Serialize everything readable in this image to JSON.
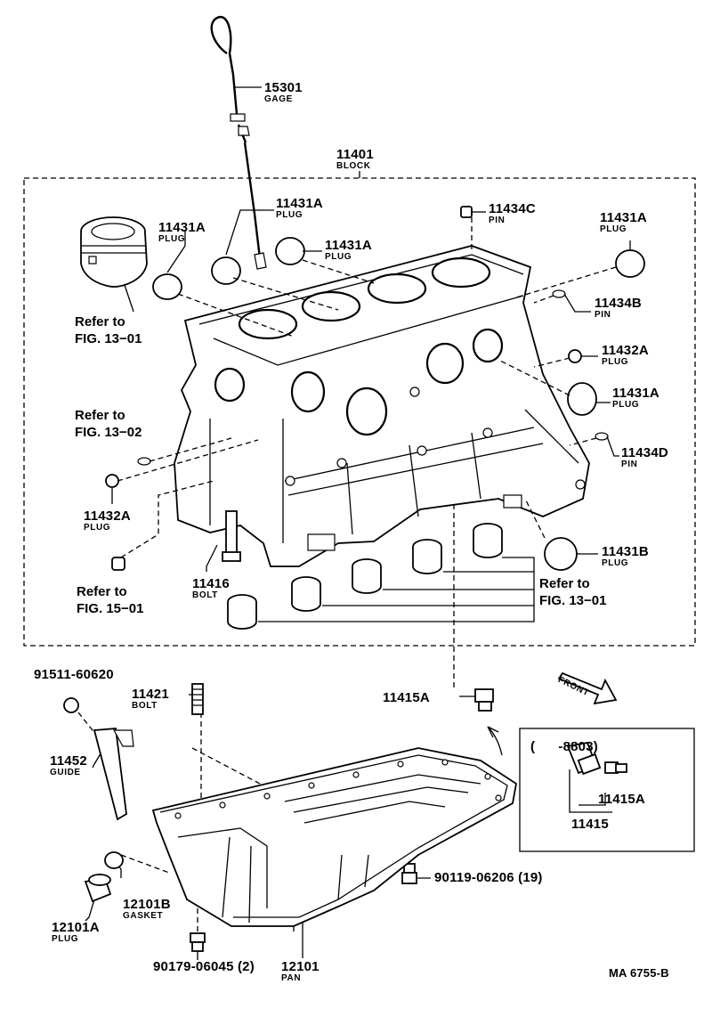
{
  "labels": {
    "gage": {
      "num": "15301",
      "name": "GAGE"
    },
    "block": {
      "num": "11401",
      "name": "BLOCK"
    },
    "plug_left": {
      "num": "11431A",
      "name": "PLUG"
    },
    "plug_top_center": {
      "num": "11431A",
      "name": "PLUG"
    },
    "plug_center": {
      "num": "11431A",
      "name": "PLUG"
    },
    "pin_top": {
      "num": "11434C",
      "name": "PIN"
    },
    "plug_top_right": {
      "num": "11431A",
      "name": "PLUG"
    },
    "pin_right": {
      "num": "11434B",
      "name": "PIN"
    },
    "plug_small_right": {
      "num": "11432A",
      "name": "PLUG"
    },
    "plug_right_mid": {
      "num": "11431A",
      "name": "PLUG"
    },
    "pin_right_low": {
      "num": "11434D",
      "name": "PIN"
    },
    "plug_small_left": {
      "num": "11432A",
      "name": "PLUG"
    },
    "bolt_block": {
      "num": "11416",
      "name": "BOLT"
    },
    "plug_right_low": {
      "num": "11431B",
      "name": "PLUG"
    },
    "part_91511": {
      "num": "91511-60620"
    },
    "bolt_pan": {
      "num": "11421",
      "name": "BOLT"
    },
    "part_11415a_main": {
      "num": "11415A"
    },
    "range_note": {
      "num": "(      -8803)"
    },
    "guide": {
      "num": "11452",
      "name": "GUIDE"
    },
    "part_11415a_inset": {
      "num": "11415A"
    },
    "part_11415_inset": {
      "num": "11415"
    },
    "part_90119": {
      "num": "90119-06206 (19)"
    },
    "gasket": {
      "num": "12101B",
      "name": "GASKET"
    },
    "drain_plug": {
      "num": "12101A",
      "name": "PLUG"
    },
    "part_90179": {
      "num": "90179-06045 (2)"
    },
    "pan": {
      "num": "12101",
      "name": "PAN"
    },
    "front": {
      "text": "FRONT"
    },
    "ref_13_01_piston": {
      "line1": "Refer to",
      "line2": "FIG. 13−01"
    },
    "ref_13_02": {
      "line1": "Refer to",
      "line2": "FIG. 13−02"
    },
    "ref_15_01": {
      "line1": "Refer to",
      "line2": "FIG. 15−01"
    },
    "ref_13_01_bearing": {
      "line1": "Refer to",
      "line2": "FIG. 13−01"
    },
    "catalog_code": {
      "text": "MA 6755-B"
    }
  }
}
